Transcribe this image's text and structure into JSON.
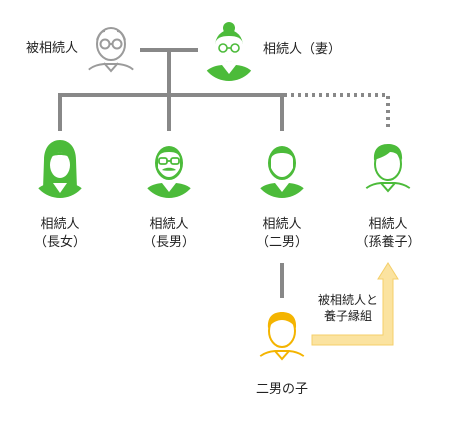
{
  "colors": {
    "line": "#888888",
    "heir": "#4cbb3a",
    "deceased": "#9b9b9b",
    "grandchild": "#f4b400",
    "arrow": "#fbe3a0",
    "text": "#222222"
  },
  "people": {
    "deceased": {
      "label": "被相続人",
      "icon": "elderly-man-outline-icon"
    },
    "wife": {
      "label": "相続人（妻）",
      "icon": "elderly-woman-icon"
    },
    "eldest_daughter": {
      "line1": "相続人",
      "line2": "（長女）",
      "icon": "woman-icon"
    },
    "eldest_son": {
      "line1": "相続人",
      "line2": "（長男）",
      "icon": "man-glasses-mustache-icon"
    },
    "second_son": {
      "line1": "相続人",
      "line2": "（二男）",
      "icon": "man-icon"
    },
    "adopted_grandchild": {
      "line1": "相続人",
      "line2": "（孫養子）",
      "icon": "young-man-outline-icon"
    },
    "second_son_child": {
      "label": "二男の子",
      "icon": "boy-icon"
    }
  },
  "adoption_note": {
    "line1": "被相続人と",
    "line2": "養子縁組"
  }
}
